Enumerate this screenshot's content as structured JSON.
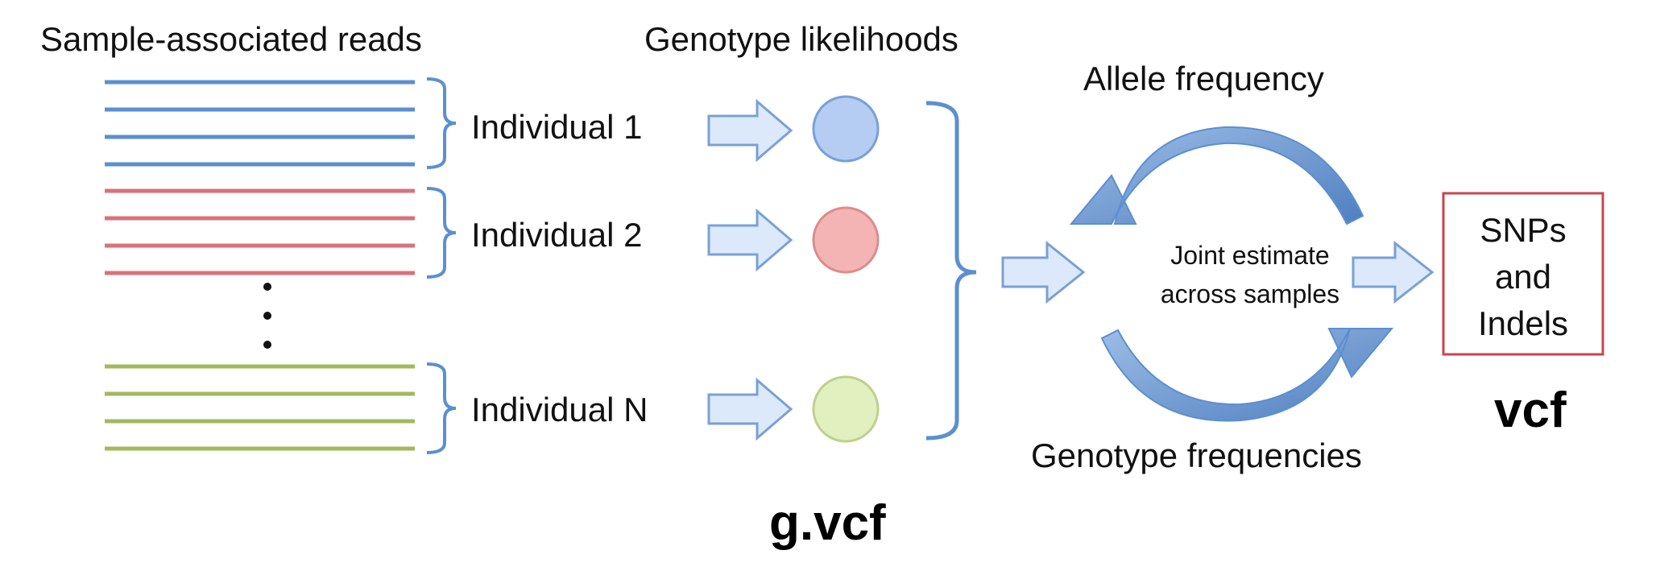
{
  "headings": {
    "reads": "Sample-associated reads",
    "likelihoods": "Genotype likelihoods"
  },
  "individuals": [
    {
      "label": "Individual 1",
      "color": "#5b8fd0",
      "circle_fill": "#b5cdf2",
      "circle_stroke": "#7aa0d6"
    },
    {
      "label": "Individual 2",
      "color": "#d9717a",
      "circle_fill": "#f5b4b4",
      "circle_stroke": "#dc8c8c"
    },
    {
      "label": "Individual N",
      "color": "#a3b85f",
      "circle_fill": "#e2f0c0",
      "circle_stroke": "#bfd08c"
    }
  ],
  "cycle": {
    "top": "Allele frequency",
    "bottom": "Genotype frequencies",
    "center_line1": "Joint estimate",
    "center_line2": "across samples"
  },
  "output": {
    "line1": "SNPs",
    "line2": "and",
    "line3": "Indels",
    "border_color": "#c8464b"
  },
  "formats": {
    "gvcf": "g.vcf",
    "vcf": "vcf"
  },
  "colors": {
    "bracket": "#5b8fd0",
    "arrow_fill": "#dce9fa",
    "arrow_stroke": "#7aa0d6",
    "cycle": "#6f98cf"
  }
}
